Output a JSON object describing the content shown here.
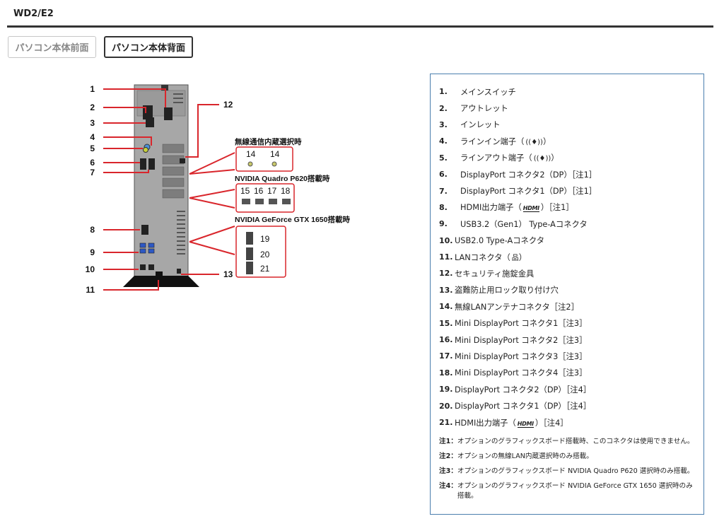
{
  "header": {
    "model": "WD2/E2"
  },
  "tabs": [
    {
      "label": "パソコン本体前面",
      "active": false
    },
    {
      "label": "パソコン本体背面",
      "active": true
    }
  ],
  "figure": {
    "callouts_left": [
      "1",
      "2",
      "3",
      "4",
      "5",
      "6",
      "7",
      "8",
      "9",
      "10",
      "11"
    ],
    "callout_right": [
      "12",
      "13"
    ],
    "wireless_label": "無線通信内蔵選択時",
    "wireless_ports": [
      "14",
      "14"
    ],
    "quadro_label": "NVIDIA Quadro P620搭載時",
    "quadro_ports": [
      "15",
      "16",
      "17",
      "18"
    ],
    "gtx_label": "NVIDIA GeForce GTX 1650搭載時",
    "gtx_ports": [
      "19",
      "20",
      "21"
    ]
  },
  "legend": {
    "items": [
      {
        "num": "1.",
        "text": "メインスイッチ",
        "icon": ""
      },
      {
        "num": "2.",
        "text": "アウトレット",
        "icon": ""
      },
      {
        "num": "3.",
        "text": "インレット",
        "icon": ""
      },
      {
        "num": "4.",
        "text": "ラインイン端子（",
        "icon": "audio-in-icon",
        "after": "）"
      },
      {
        "num": "5.",
        "text": "ラインアウト端子（",
        "icon": "audio-out-icon",
        "after": "）"
      },
      {
        "num": "6.",
        "text": "DisplayPort コネクタ2（DP）［注1］",
        "icon": ""
      },
      {
        "num": "7.",
        "text": "DisplayPort コネクタ1（DP）［注1］",
        "icon": ""
      },
      {
        "num": "8.",
        "text": "HDMI出力端子（",
        "icon": "hdmi-icon",
        "after": "）［注1］"
      },
      {
        "num": "9.",
        "text": "USB3.2（Gen1） Type-Aコネクタ",
        "icon": ""
      },
      {
        "num": "10.",
        "text": "USB2.0 Type-Aコネクタ",
        "icon": ""
      },
      {
        "num": "11.",
        "text": "LANコネクタ（",
        "icon": "lan-icon",
        "after": "）"
      },
      {
        "num": "12.",
        "text": "セキュリティ施錠金具",
        "icon": ""
      },
      {
        "num": "13.",
        "text": "盗難防止用ロック取り付け穴",
        "icon": ""
      },
      {
        "num": "14.",
        "text": "無線LANアンテナコネクタ［注2］",
        "icon": ""
      },
      {
        "num": "15.",
        "text": "Mini DisplayPort コネクタ1［注3］",
        "icon": ""
      },
      {
        "num": "16.",
        "text": "Mini DisplayPort コネクタ2［注3］",
        "icon": ""
      },
      {
        "num": "17.",
        "text": "Mini DisplayPort コネクタ3［注3］",
        "icon": ""
      },
      {
        "num": "18.",
        "text": "Mini DisplayPort コネクタ4［注3］",
        "icon": ""
      },
      {
        "num": "19.",
        "text": "DisplayPort コネクタ2（DP）［注4］",
        "icon": ""
      },
      {
        "num": "20.",
        "text": "DisplayPort コネクタ1（DP）［注4］",
        "icon": ""
      },
      {
        "num": "21.",
        "text": "HDMI出力端子（",
        "icon": "hdmi-icon",
        "after": "）［注4］"
      }
    ],
    "icons": {
      "audio": "((♦))",
      "hdmi": "HDMI",
      "lan": "品"
    },
    "notes": [
      {
        "label": "注1：",
        "text": "オプションのグラフィックスボード搭載時、このコネクタは使用できません。"
      },
      {
        "label": "注2：",
        "text": "オプションの無線LAN内蔵選択時のみ搭載。"
      },
      {
        "label": "注3：",
        "text": "オプションのグラフィックスボード NVIDIA Quadro P620 選択時のみ搭載。"
      },
      {
        "label": "注4：",
        "text": "オプションのグラフィックスボード NVIDIA GeForce GTX 1650 選択時のみ搭載。"
      }
    ]
  },
  "colors": {
    "callout": "#d9262c",
    "rule": "#333333",
    "legend_border": "#4b7fae",
    "chassis": "#8a8a8a"
  }
}
